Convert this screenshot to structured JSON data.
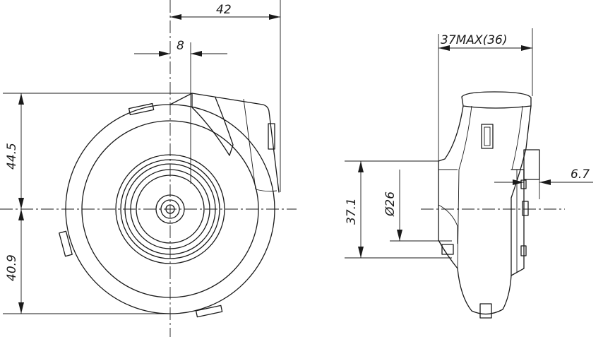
{
  "dimensions": {
    "width_42": "42",
    "offset_8": "8",
    "height_44_5": "44.5",
    "height_40_9": "40.9",
    "depth_max": "37MAX(36)",
    "offset_6_7": "6.7",
    "height_37_1": "37.1",
    "diameter_26": "Ø26"
  }
}
